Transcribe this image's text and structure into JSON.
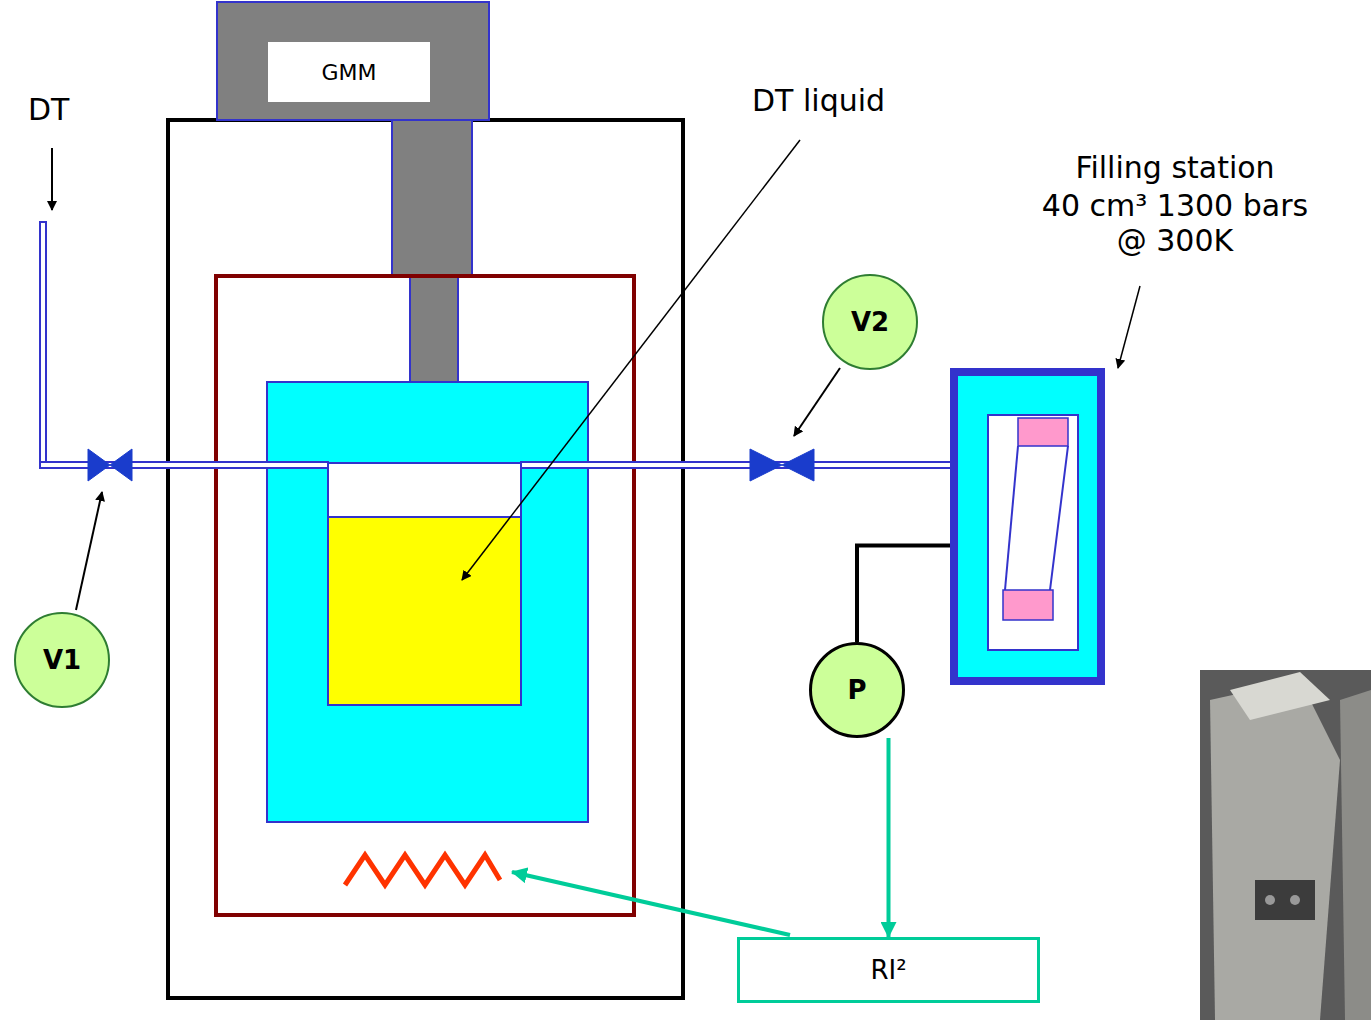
{
  "diagram": {
    "nodes": [
      {
        "text": [
          "GMM"
        ]
      },
      {
        "text": [
          "V2"
        ]
      },
      {
        "text": [
          "Filling station",
          "40 cm³ 1300 bars @ 300K"
        ]
      },
      {
        "text": [
          "V1"
        ]
      },
      {
        "text": [
          "P"
        ]
      },
      {
        "text": [
          "RI²"
        ]
      }
    ],
    "edges": [
      {
        "from": 2,
        "to": 4,
        "arrow": "none"
      },
      {
        "from": 4,
        "to": 5,
        "arrow": "to"
      }
    ],
    "labels": [
      "DT",
      "DT liquid"
    ]
  }
}
